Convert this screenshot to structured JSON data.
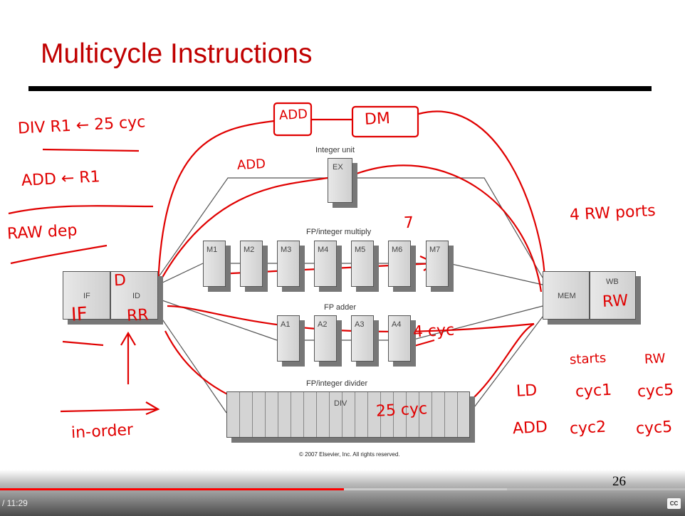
{
  "slide": {
    "title": "Multicycle Instructions",
    "page_number": "26",
    "copyright": "© 2007 Elsevier, Inc. All rights reserved.",
    "diagram": {
      "if_label": "IF",
      "id_label": "ID",
      "integer_unit": "Integer unit",
      "ex": "EX",
      "multiply_title": "FP/integer multiply",
      "multiply_stages": [
        "M1",
        "M2",
        "M3",
        "M4",
        "M5",
        "M6",
        "M7"
      ],
      "adder_title": "FP adder",
      "adder_stages": [
        "A1",
        "A2",
        "A3",
        "A4"
      ],
      "divider_title": "FP/integer divider",
      "div": "DIV",
      "mem": "MEM",
      "wb": "WB"
    },
    "annotations": {
      "div_line": "DIV  R1 ← 25 cyc",
      "add_line": "ADD    ← R1",
      "raw": "RAW dep",
      "add_box": "ADD",
      "dm_box": "DM",
      "add_path": "ADD",
      "seven": "7",
      "if": "IF",
      "d": "D",
      "rr": "RR",
      "in_order": "in-order",
      "four_cyc": "4 cyc",
      "twentyfive_cyc": "25 cyc",
      "rw_ports": "4 RW ports",
      "rw": "RW",
      "table_headers": [
        "starts",
        "RW"
      ],
      "table_rows": [
        [
          "LD",
          "cyc1",
          "cyc5"
        ],
        [
          "ADD",
          "cyc2",
          "cyc5"
        ]
      ]
    }
  },
  "player": {
    "time": "/ 11:29",
    "played_percent": 50.2,
    "buffered_percent": 74,
    "cc_label": "CC"
  }
}
